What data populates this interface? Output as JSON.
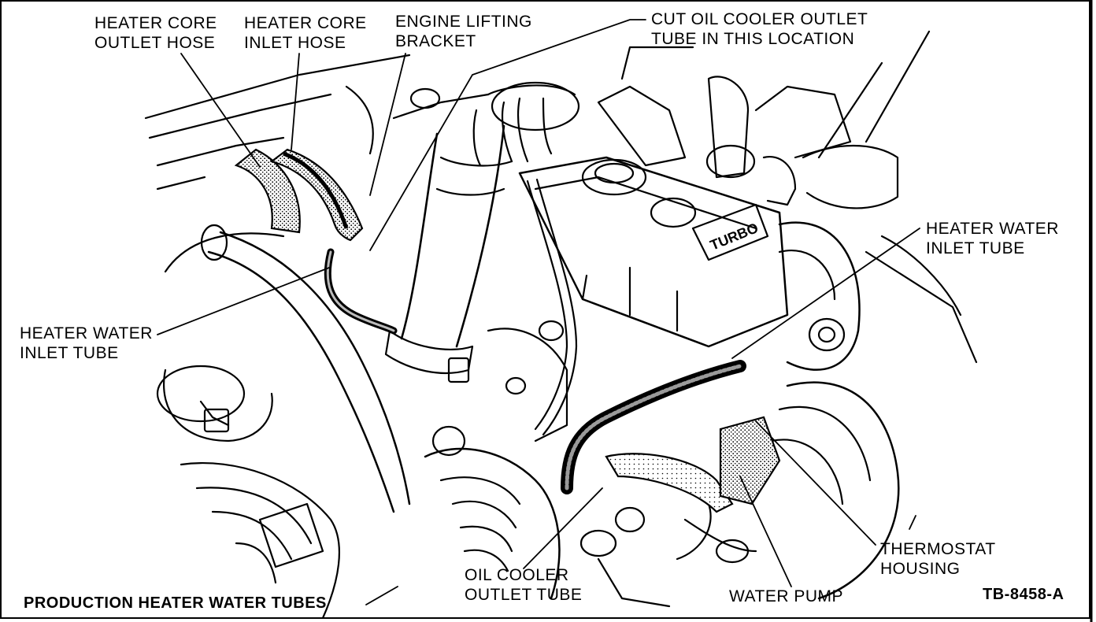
{
  "labels": {
    "heater_core_outlet_hose": [
      "HEATER CORE",
      "OUTLET HOSE"
    ],
    "heater_core_inlet_hose": [
      "HEATER CORE",
      "INLET HOSE"
    ],
    "engine_lifting_bracket": [
      "ENGINE LIFTING",
      "BRACKET"
    ],
    "cut_oil_cooler_outlet_tube": [
      "CUT OIL COOLER OUTLET",
      "TUBE IN THIS LOCATION"
    ],
    "heater_water_inlet_tube_right": [
      "HEATER WATER",
      "INLET TUBE"
    ],
    "heater_water_inlet_tube_left": [
      "HEATER WATER",
      "INLET TUBE"
    ],
    "thermostat_housing": [
      "THERMOSTAT",
      "HOUSING"
    ],
    "oil_cooler_outlet_tube": [
      "OIL COOLER",
      "OUTLET TUBE"
    ],
    "water_pump": "WATER PUMP",
    "caption": "PRODUCTION HEATER WATER TUBES",
    "figure_id": "TB-8458-A"
  },
  "badge_text": "TURBO",
  "colors": {
    "ink": "#000000",
    "paper": "#ffffff",
    "hose_fill": "#d9d9d9",
    "tube_fill": "#2b2b2b"
  }
}
